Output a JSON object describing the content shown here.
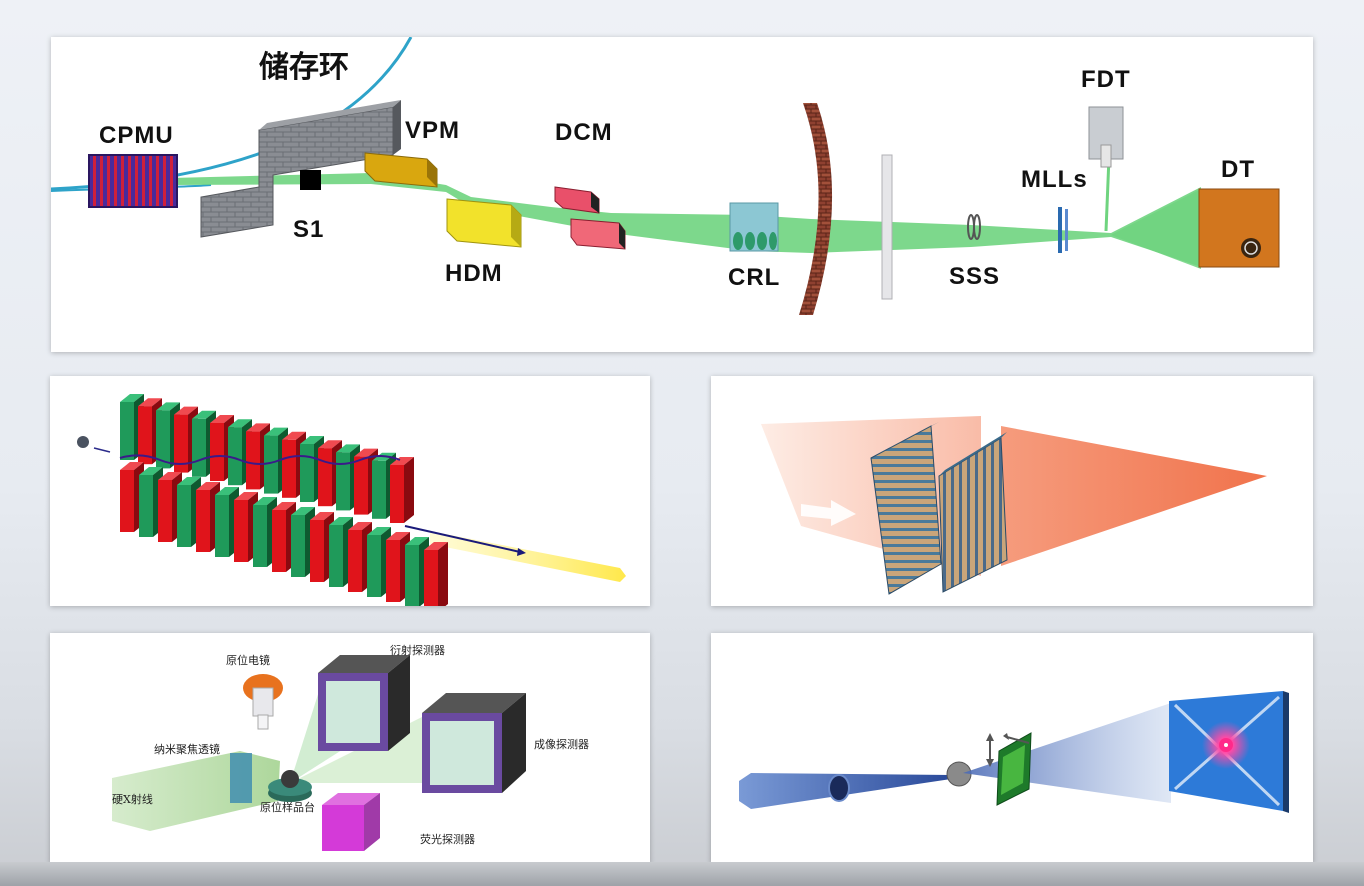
{
  "beamline": {
    "storage_ring": "储存环",
    "labels": {
      "cpmu": "CPMU",
      "s1": "S1",
      "vpm": "VPM",
      "hdm": "HDM",
      "dcm": "DCM",
      "crl": "CRL",
      "sss": "SSS",
      "mlls": "MLLs",
      "fdt": "FDT",
      "dt": "DT"
    }
  },
  "setup": {
    "insitu_microscope": "原位电镜",
    "diffraction_detector": "衍射探测器",
    "imaging_detector": "成像探测器",
    "nano_lens": "纳米聚焦透镜",
    "hard_xray": "硬X射线",
    "sample_stage": "原位样品台",
    "fluorescence_detector": "荧光探测器"
  },
  "colors": {
    "beam": "#6fd47f",
    "cpmu": "#5a2aa0",
    "vpm": "#d9a70f",
    "hdm": "#f2e22b",
    "dcm": "#e9506a",
    "crl": "#8cc7d3",
    "dt": "#d2761e",
    "wall_red": "#8a3a2a",
    "magnet_red": "#e0141b",
    "magnet_green": "#1f9a5a"
  }
}
